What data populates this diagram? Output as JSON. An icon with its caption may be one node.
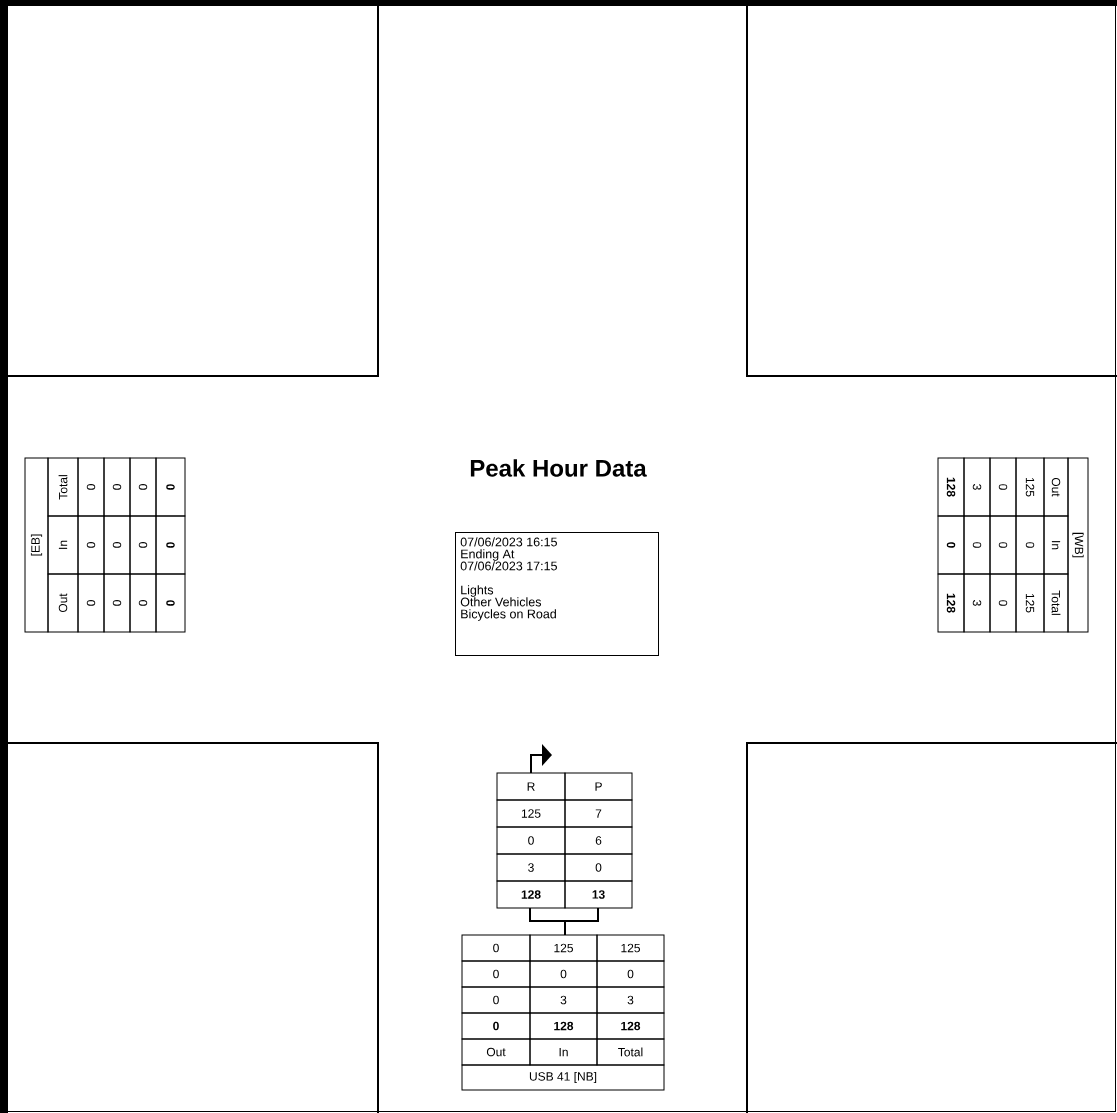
{
  "diagram": {
    "title": "Peak Hour Data",
    "nodes": [
      {
        "text": [
          "07/06/2023 16:15",
          "Ending At",
          "07/06/2023 17:15",
          "Lights",
          "Other Vehicles",
          "Bicycles on Road"
        ]
      }
    ],
    "labels": [
      "[EB]",
      "Total",
      "In",
      "Out",
      "0",
      "0",
      "0",
      "0",
      "0",
      "0",
      "0",
      "0",
      "0",
      "0",
      "0",
      "0",
      "[WB]",
      "Out",
      "In",
      "Total",
      "125",
      "0",
      "125",
      "0",
      "0",
      "0",
      "3",
      "0",
      "3",
      "128",
      "0",
      "128",
      "R",
      "P",
      "125",
      "7",
      "0",
      "6",
      "3",
      "0",
      "128",
      "13",
      "0",
      "125",
      "125",
      "0",
      "0",
      "0",
      "0",
      "3",
      "3",
      "0",
      "128",
      "128",
      "Out",
      "In",
      "Total",
      "USB 41 [NB]"
    ]
  }
}
